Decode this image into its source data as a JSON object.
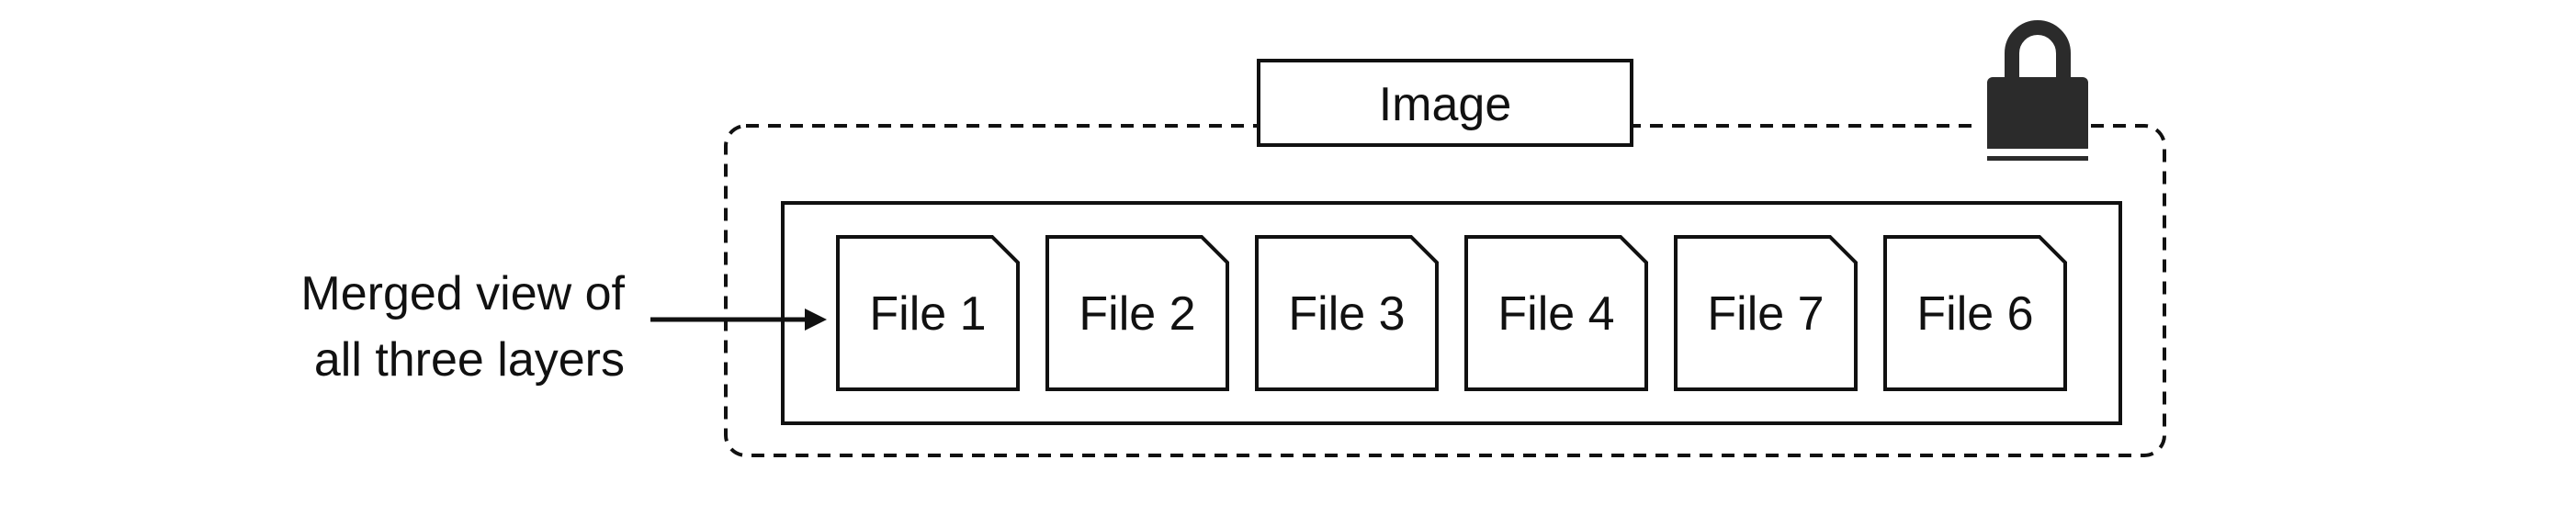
{
  "caption": {
    "line1": "Merged view of",
    "line2": "all three layers"
  },
  "image_label": "Image",
  "files": [
    {
      "label": "File 1"
    },
    {
      "label": "File 2"
    },
    {
      "label": "File 3"
    },
    {
      "label": "File 4"
    },
    {
      "label": "File 7"
    },
    {
      "label": "File 6"
    }
  ],
  "lock_icon": "lock-icon",
  "colors": {
    "stroke": "#111111",
    "lock": "#2b2b2b",
    "background": "#ffffff"
  }
}
